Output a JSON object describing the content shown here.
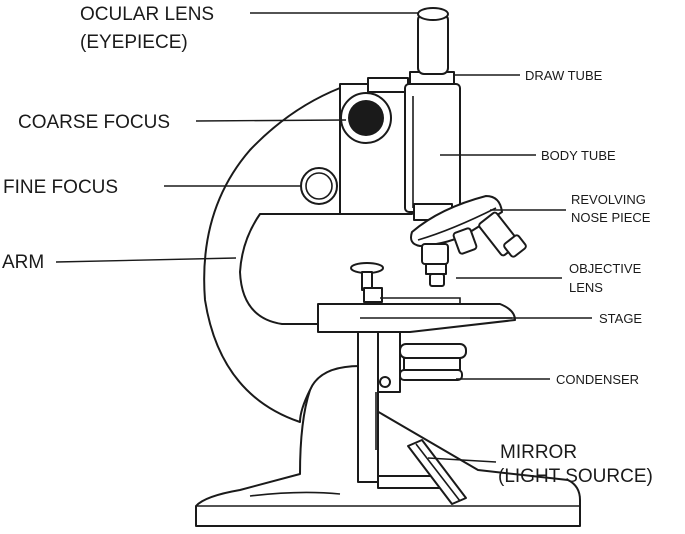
{
  "labels": {
    "ocular_lens_1": "OCULAR LENS",
    "ocular_lens_2": "(EYEPIECE)",
    "coarse_focus": "COARSE FOCUS",
    "fine_focus": "FINE FOCUS",
    "arm": "ARM",
    "draw_tube": "DRAW TUBE",
    "body_tube": "BODY TUBE",
    "nose_piece_1": "REVOLVING",
    "nose_piece_2": "NOSE PIECE",
    "objective_1": "OBJECTIVE",
    "objective_2": "LENS",
    "stage": "STAGE",
    "condenser": "CONDENSER",
    "mirror_1": "MIRROR",
    "mirror_2": "(LIGHT  SOURCE)"
  },
  "colors": {
    "ink": "#1a1a1a",
    "paper": "#ffffff"
  }
}
